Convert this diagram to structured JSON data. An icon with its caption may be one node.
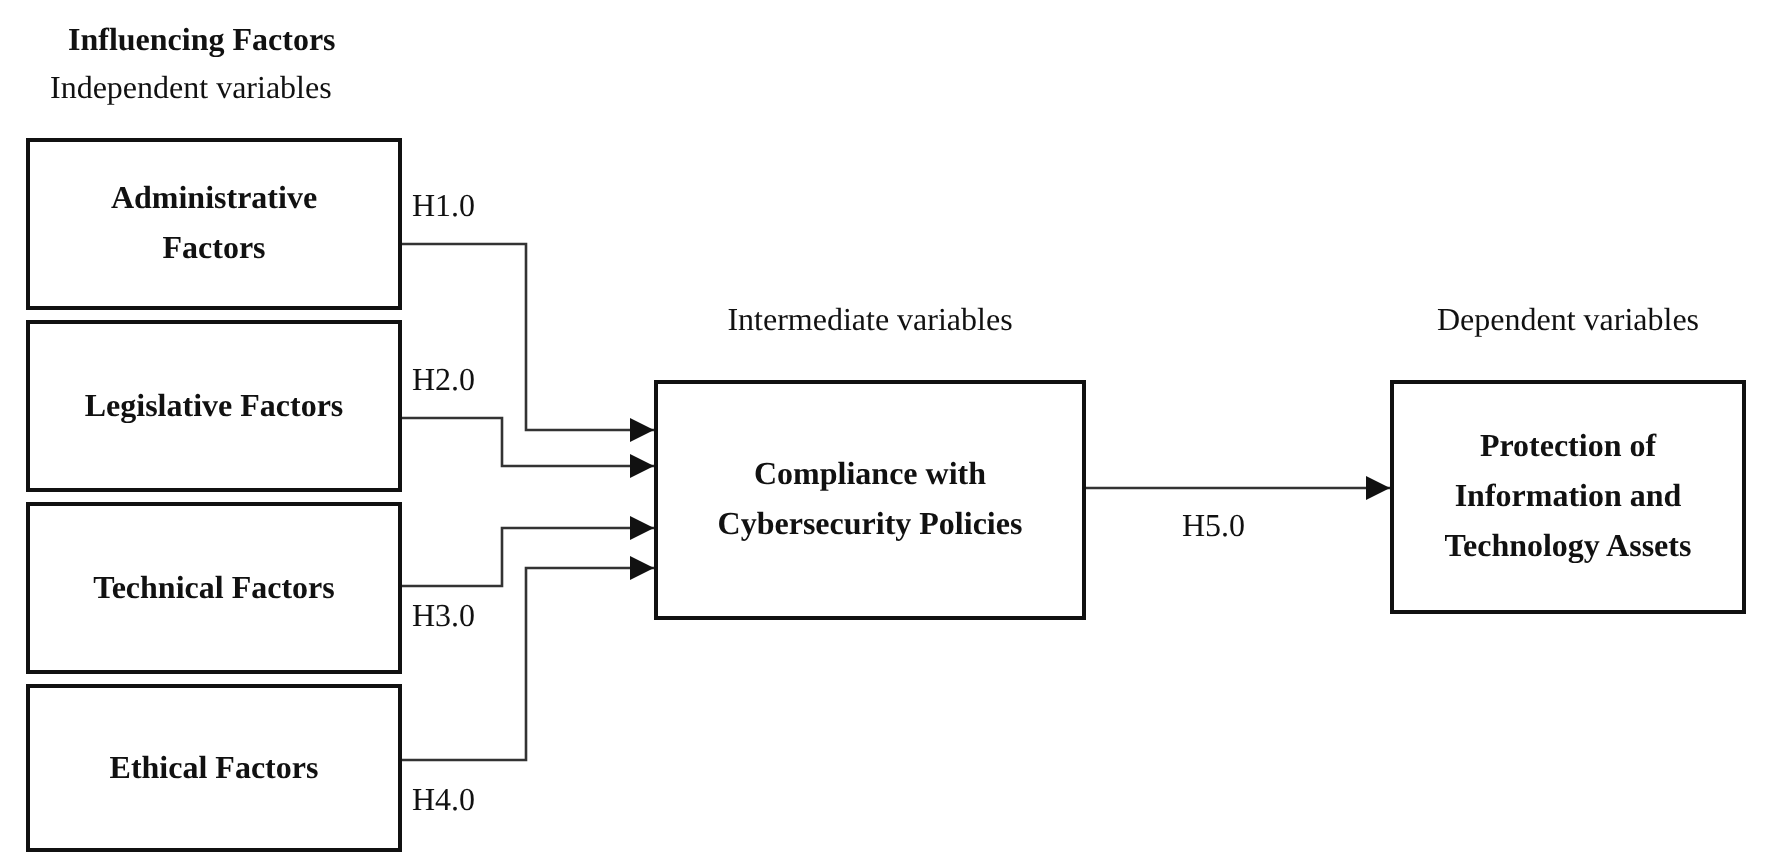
{
  "diagram": {
    "nodes": [
      {
        "text": [
          "Administrative Factors"
        ]
      },
      {
        "text": [
          "Legislative Factors"
        ]
      },
      {
        "text": [
          "Technical Factors"
        ]
      },
      {
        "text": [
          "Ethical Factors"
        ]
      },
      {
        "text": [
          "Compliance with Cybersecurity Policies"
        ],
        "beside": [
          "Intermediate variables"
        ]
      },
      {
        "text": [
          "Protection of Information and Technology Assets"
        ],
        "beside": [
          "Dependent variables"
        ]
      }
    ],
    "edges": [
      {
        "from": 0,
        "to": 4,
        "arrow": "to",
        "label": "H1.0"
      },
      {
        "from": 1,
        "to": 4,
        "arrow": "to",
        "label": "H2.0"
      },
      {
        "from": 2,
        "to": 4,
        "arrow": "to",
        "label": "H3.0"
      },
      {
        "from": 3,
        "to": 4,
        "arrow": "to",
        "label": "H4.0"
      },
      {
        "from": 4,
        "to": 5,
        "arrow": "to",
        "label": "H5.0"
      }
    ],
    "labels": [
      "Influencing Factors",
      "Independent variables"
    ]
  }
}
